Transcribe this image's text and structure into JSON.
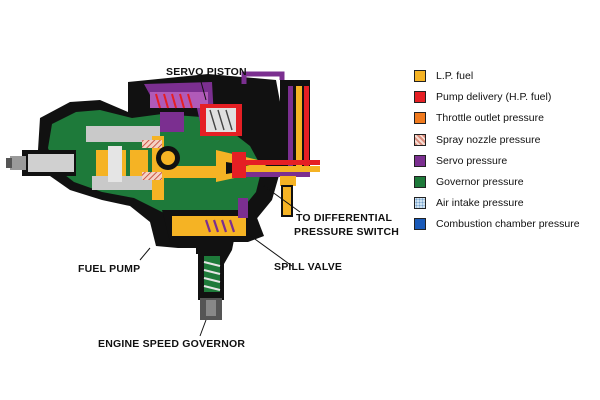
{
  "diagram": {
    "labels": {
      "servo_piston": "SERVO PISTON",
      "fuel_pump": "FUEL PUMP",
      "to_differential": "TO DIFFERENTIAL",
      "pressure_switch": "PRESSURE SWITCH",
      "spill_valve": "SPILL VALVE",
      "engine_speed_governor": "ENGINE SPEED GOVERNOR"
    }
  },
  "legend": {
    "items": [
      {
        "label": "L.P. fuel",
        "color": "#f5b324"
      },
      {
        "label": "Pump delivery (H.P. fuel)",
        "color": "#e51f24"
      },
      {
        "label": "Throttle outlet pressure",
        "color": "#f07a1e"
      },
      {
        "label": "Spray nozzle pressure",
        "color": "#d98a7a",
        "pattern": "hatched"
      },
      {
        "label": "Servo pressure",
        "color": "#7b2f90"
      },
      {
        "label": "Governor pressure",
        "color": "#1e7a3a"
      },
      {
        "label": "Air intake pressure",
        "color": "#cfe3f2",
        "pattern": "dotted"
      },
      {
        "label": "Combustion chamber pressure",
        "color": "#1a5ab8"
      }
    ]
  }
}
